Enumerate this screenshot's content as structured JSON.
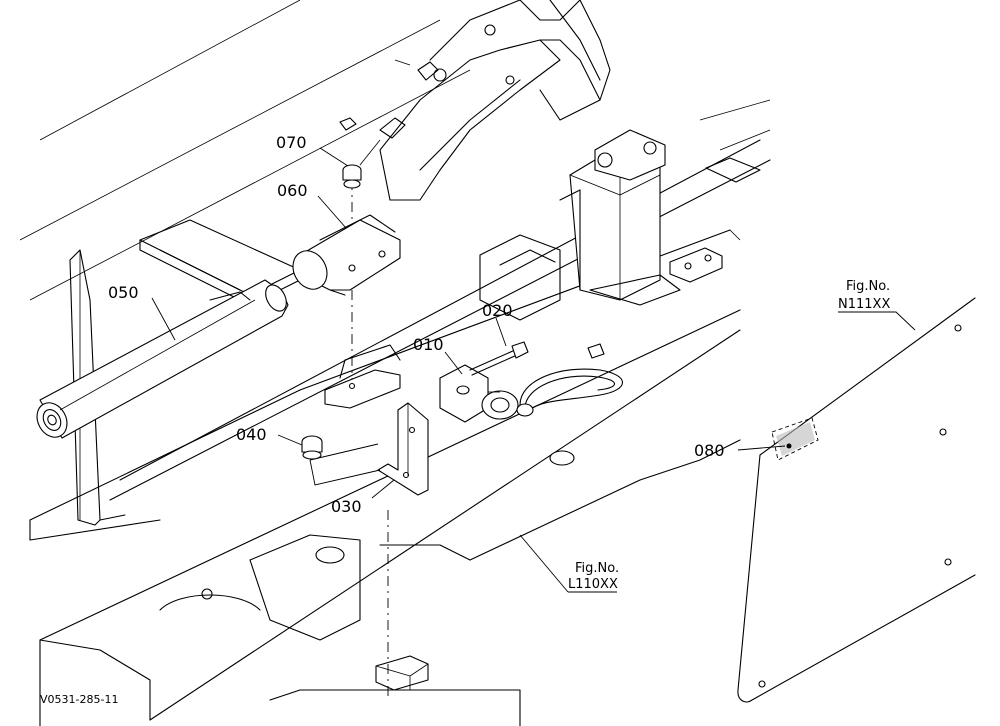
{
  "parts": [
    {
      "id": "p010",
      "number": "010"
    },
    {
      "id": "p020",
      "number": "020"
    },
    {
      "id": "p030",
      "number": "030"
    },
    {
      "id": "p040",
      "number": "040"
    },
    {
      "id": "p050",
      "number": "050"
    },
    {
      "id": "p060",
      "number": "060"
    },
    {
      "id": "p070",
      "number": "070"
    },
    {
      "id": "p080",
      "number": "080"
    }
  ],
  "references": [
    {
      "id": "n111",
      "line1": "Fig.No.",
      "line2": "N111XX"
    },
    {
      "id": "l110",
      "line1": "Fig.No.",
      "line2": "L110XX"
    }
  ],
  "drawing_code": "V0531-285-11"
}
